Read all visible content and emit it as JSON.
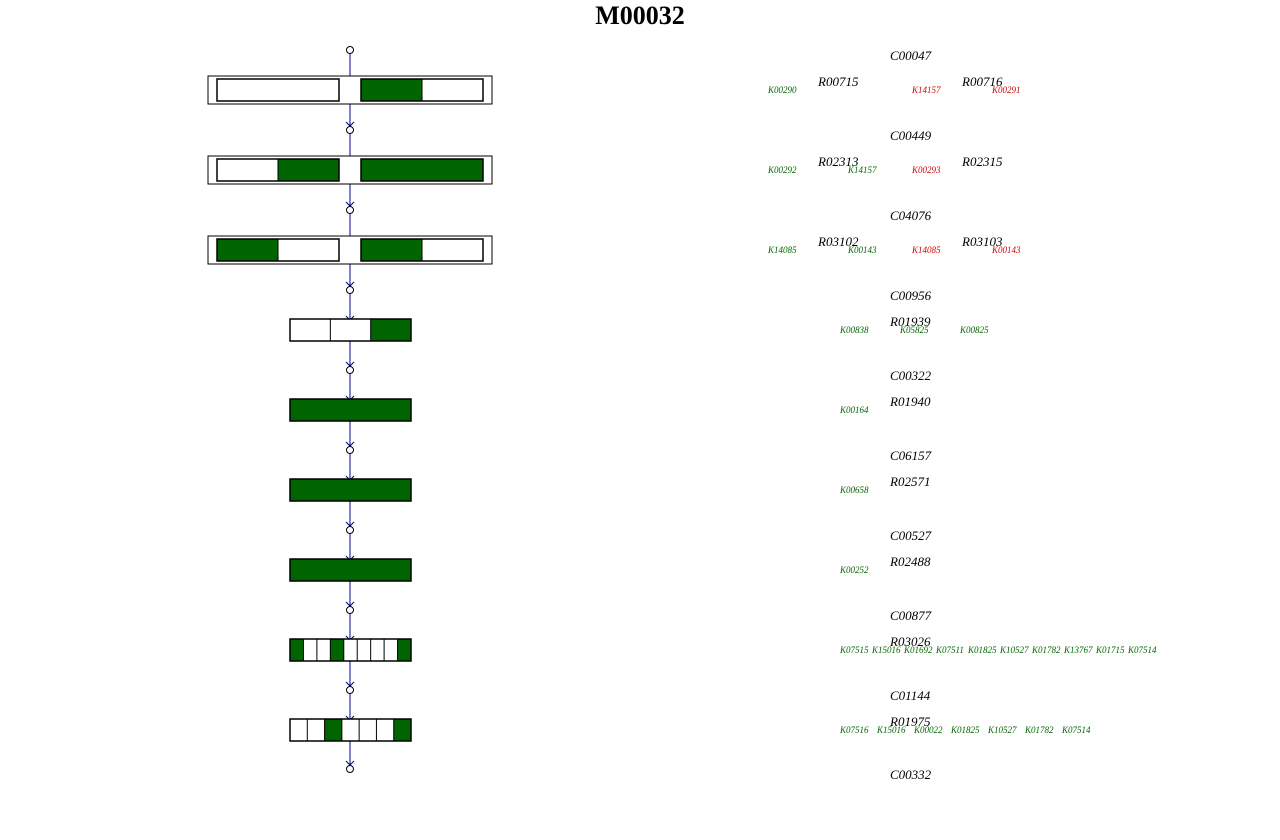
{
  "title": "M00032",
  "colors": {
    "present": "#006400",
    "absent": "#ffffff",
    "stroke": "#000000",
    "arrow": "#00008b",
    "missing_ko": "#d40000",
    "found_ko": "#006400"
  },
  "compounds": [
    "C00047",
    "C00449",
    "C04076",
    "C00956",
    "C00322",
    "C06157",
    "C00527",
    "C00877",
    "C01144",
    "C00332"
  ],
  "steps": [
    {
      "outer": true,
      "groups": [
        [
          false
        ],
        [
          true,
          false
        ]
      ],
      "reactions": [
        "R00715",
        "R00716"
      ],
      "kos": [
        {
          "code": "K00290",
          "found": true
        },
        {
          "code": "K14157",
          "found": false
        },
        {
          "code": "K00291",
          "found": false
        }
      ]
    },
    {
      "outer": true,
      "groups": [
        [
          false,
          true
        ],
        [
          true
        ]
      ],
      "reactions": [
        "R02313",
        "R02315"
      ],
      "kos": [
        {
          "code": "K00292",
          "found": true
        },
        {
          "code": "K14157",
          "found": true
        },
        {
          "code": "K00293",
          "found": false
        }
      ]
    },
    {
      "outer": true,
      "groups": [
        [
          true,
          false
        ],
        [
          true,
          false
        ]
      ],
      "reactions": [
        "R03102",
        "R03103"
      ],
      "kos": [
        {
          "code": "K14085",
          "found": true
        },
        {
          "code": "K00143",
          "found": true
        },
        {
          "code": "K14085",
          "found": false
        },
        {
          "code": "K00143",
          "found": false
        }
      ]
    },
    {
      "outer": false,
      "groups": [
        [
          false,
          false,
          true
        ]
      ],
      "reactions": [
        "R01939"
      ],
      "kos": [
        {
          "code": "K00838",
          "found": true
        },
        {
          "code": "K05825",
          "found": true
        },
        {
          "code": "K00825",
          "found": true
        }
      ]
    },
    {
      "outer": false,
      "groups": [
        [
          true
        ]
      ],
      "reactions": [
        "R01940"
      ],
      "kos": [
        {
          "code": "K00164",
          "found": true
        }
      ]
    },
    {
      "outer": false,
      "groups": [
        [
          true
        ]
      ],
      "reactions": [
        "R02571"
      ],
      "kos": [
        {
          "code": "K00658",
          "found": true
        }
      ]
    },
    {
      "outer": false,
      "groups": [
        [
          true
        ]
      ],
      "reactions": [
        "R02488"
      ],
      "kos": [
        {
          "code": "K00252",
          "found": true
        }
      ]
    },
    {
      "outer": false,
      "groups": [
        [
          true,
          false,
          false,
          true,
          false,
          false,
          false,
          false,
          true
        ]
      ],
      "reactions": [
        "R03026"
      ],
      "kos": [
        {
          "code": "K07515",
          "found": true
        },
        {
          "code": "K15016",
          "found": true
        },
        {
          "code": "K01692",
          "found": true
        },
        {
          "code": "K07511",
          "found": true
        },
        {
          "code": "K01825",
          "found": true
        },
        {
          "code": "K10527",
          "found": true
        },
        {
          "code": "K01782",
          "found": true
        },
        {
          "code": "K13767",
          "found": true
        },
        {
          "code": "K01715",
          "found": true
        },
        {
          "code": "K07514",
          "found": true
        }
      ]
    },
    {
      "outer": false,
      "groups": [
        [
          false,
          false,
          true,
          false,
          false,
          false,
          true
        ]
      ],
      "reactions": [
        "R01975"
      ],
      "kos": [
        {
          "code": "K07516",
          "found": true
        },
        {
          "code": "K15016",
          "found": true
        },
        {
          "code": "K00022",
          "found": true
        },
        {
          "code": "K01825",
          "found": true
        },
        {
          "code": "K10527",
          "found": true
        },
        {
          "code": "K01782",
          "found": true
        },
        {
          "code": "K07514",
          "found": true
        }
      ]
    }
  ]
}
